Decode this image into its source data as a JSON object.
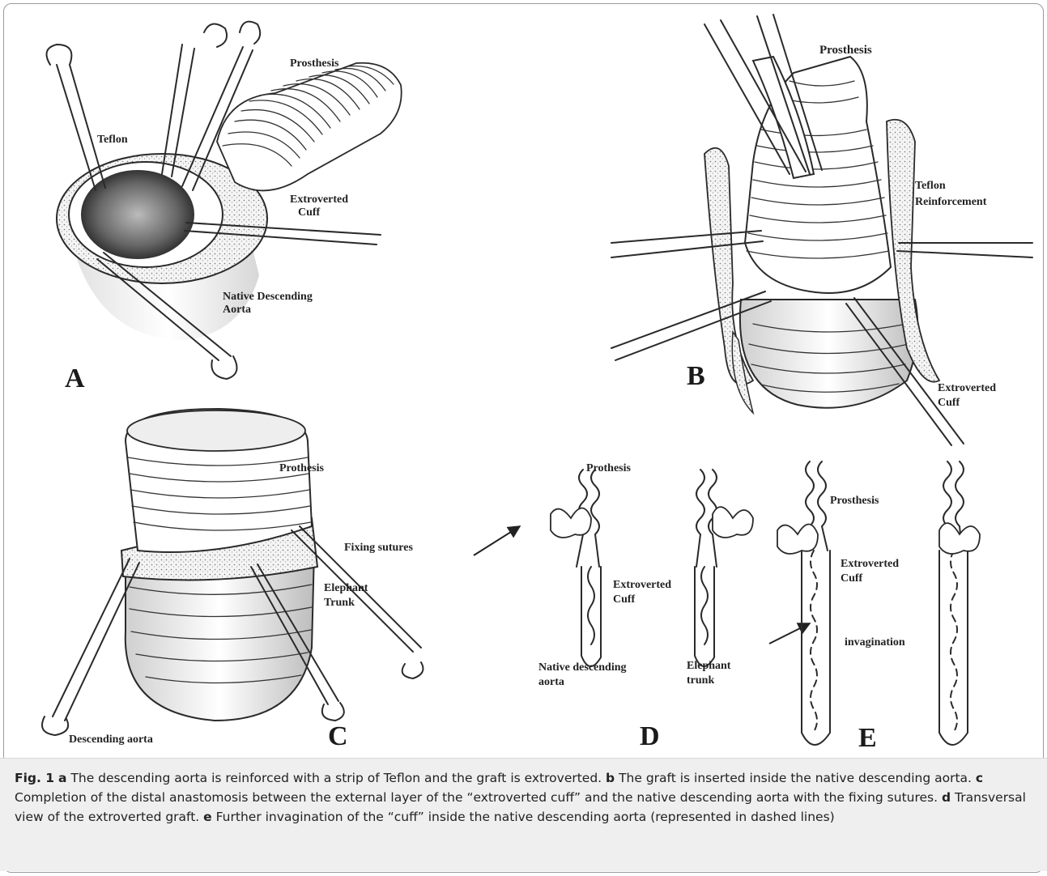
{
  "panels": {
    "A": {
      "letter": "A",
      "labels": {
        "prosthesis": "Prosthesis",
        "teflon": "Teflon",
        "extroverted_1": "Extroverted",
        "extroverted_2": "Cuff",
        "native_1": "Native Descending",
        "native_2": "Aorta"
      }
    },
    "B": {
      "letter": "B",
      "labels": {
        "prosthesis": "Prosthesis",
        "teflon_1": "Teflon",
        "teflon_2": "Reinforcement",
        "extroverted_1": "Extroverted",
        "extroverted_2": "Cuff"
      }
    },
    "C": {
      "letter": "C",
      "labels": {
        "prothesis": "Prothesis",
        "fixing": "Fixing sutures",
        "elephant_1": "Elephant",
        "elephant_2": "Trunk",
        "descending": "Descending aorta"
      }
    },
    "D": {
      "letter": "D",
      "labels": {
        "prothesis": "Prothesis",
        "extroverted_1": "Extroverted",
        "extroverted_2": "Cuff",
        "native_1": "Native descending",
        "native_2": "aorta",
        "elephant_1": "Elephant",
        "elephant_2": "trunk"
      }
    },
    "E": {
      "letter": "E",
      "labels": {
        "prosthesis": "Prosthesis",
        "extroverted_1": "Extroverted",
        "extroverted_2": "Cuff",
        "invagination": "invagination"
      }
    }
  },
  "caption": {
    "fig": "Fig. 1",
    "a_letter": "a",
    "a_text": " The descending aorta is reinforced with a strip of Teflon and the graft is extroverted. ",
    "b_letter": "b",
    "b_text": " The graft is inserted inside the native descending aorta. ",
    "c_letter": "c",
    "c_text": " Completion of the distal anastomosis between the external layer of the “extroverted cuff” and the native descending aorta with the fixing sutures. ",
    "d_letter": "d",
    "d_text": " Transversal view of the extroverted graft. ",
    "e_letter": "e",
    "e_text": " Further invagination of the “cuff” inside the native descending aorta (represented in dashed lines)"
  }
}
